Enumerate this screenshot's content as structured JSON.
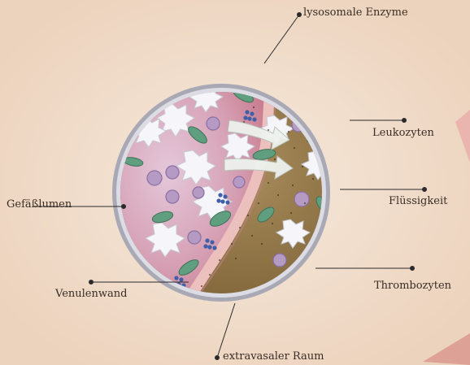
{
  "labels": {
    "lysosomal_enzymes": "lysosomale Enzyme",
    "leukocytes": "Leukozyten",
    "vessel_lumen": "Gefäßlumen",
    "fluid": "Flüssigkeit",
    "venule_wall": "Venulenwand",
    "platelets": "Thrombozyten",
    "extravascular_space": "extravasaler Raum"
  },
  "colors": {
    "background": "#f1ddc9",
    "lumen": "#d99aa6",
    "extravascular": "#94784a",
    "vessel_wall": "#e8b7b4",
    "rim": "#b9b9c4",
    "leukocyte": "#f7f7fb",
    "platelet": "#5f9e7e",
    "erythrocyte": "#b79ac4",
    "enzyme": "#3f5fa8",
    "arrow": "#eef2ee"
  }
}
